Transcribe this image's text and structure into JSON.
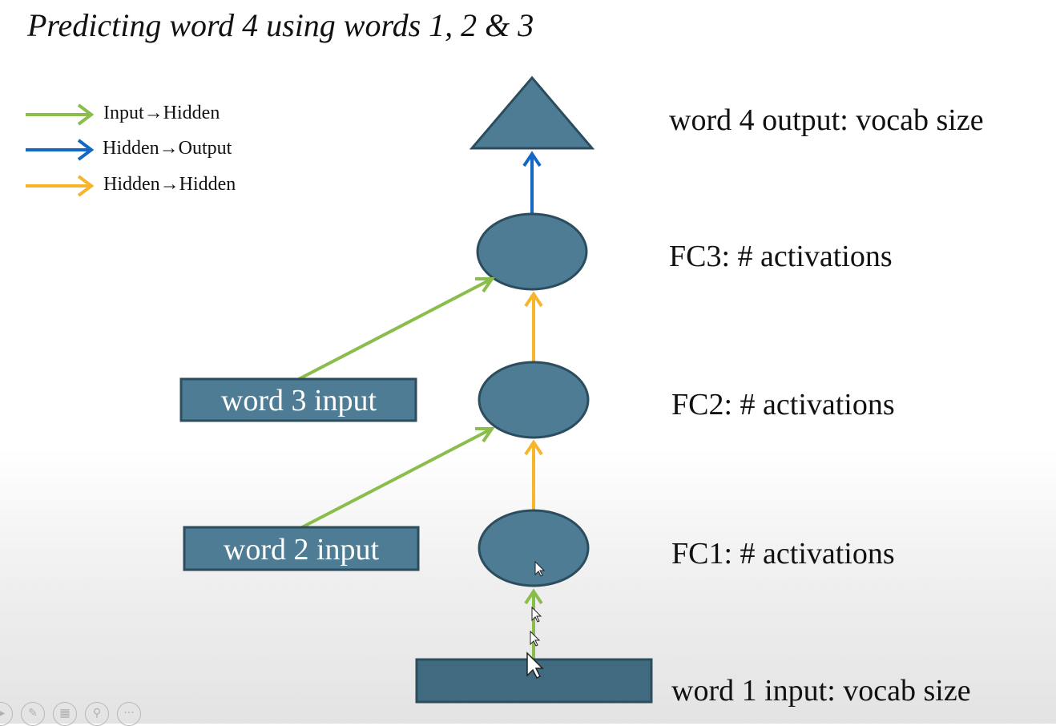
{
  "title": "Predicting word 4 using words 1, 2 & 3",
  "legend": [
    {
      "label": "Input→Hidden",
      "color": "#8bbd4d"
    },
    {
      "label": "Hidden→Output",
      "color": "#1268c4"
    },
    {
      "label": "Hidden→Hidden",
      "color": "#f6b52a"
    }
  ],
  "nodes": {
    "word1": {
      "text": "",
      "side_label": "word 1 input: vocab size"
    },
    "word2": {
      "text": "word 2 input"
    },
    "word3": {
      "text": "word 3 input"
    },
    "fc1": {
      "side_label": "FC1: # activations"
    },
    "fc2": {
      "side_label": "FC2: # activations"
    },
    "fc3": {
      "side_label": "FC3: # activations"
    },
    "output": {
      "side_label": "word 4 output: vocab size"
    }
  },
  "colors": {
    "node_fill": "#4e7c94",
    "node_stroke": "#2c4d5e",
    "input1_fill": "#3f6a80"
  },
  "player_controls": [
    "play-icon",
    "pen-icon",
    "slides-icon",
    "zoom-icon",
    "more-icon"
  ]
}
